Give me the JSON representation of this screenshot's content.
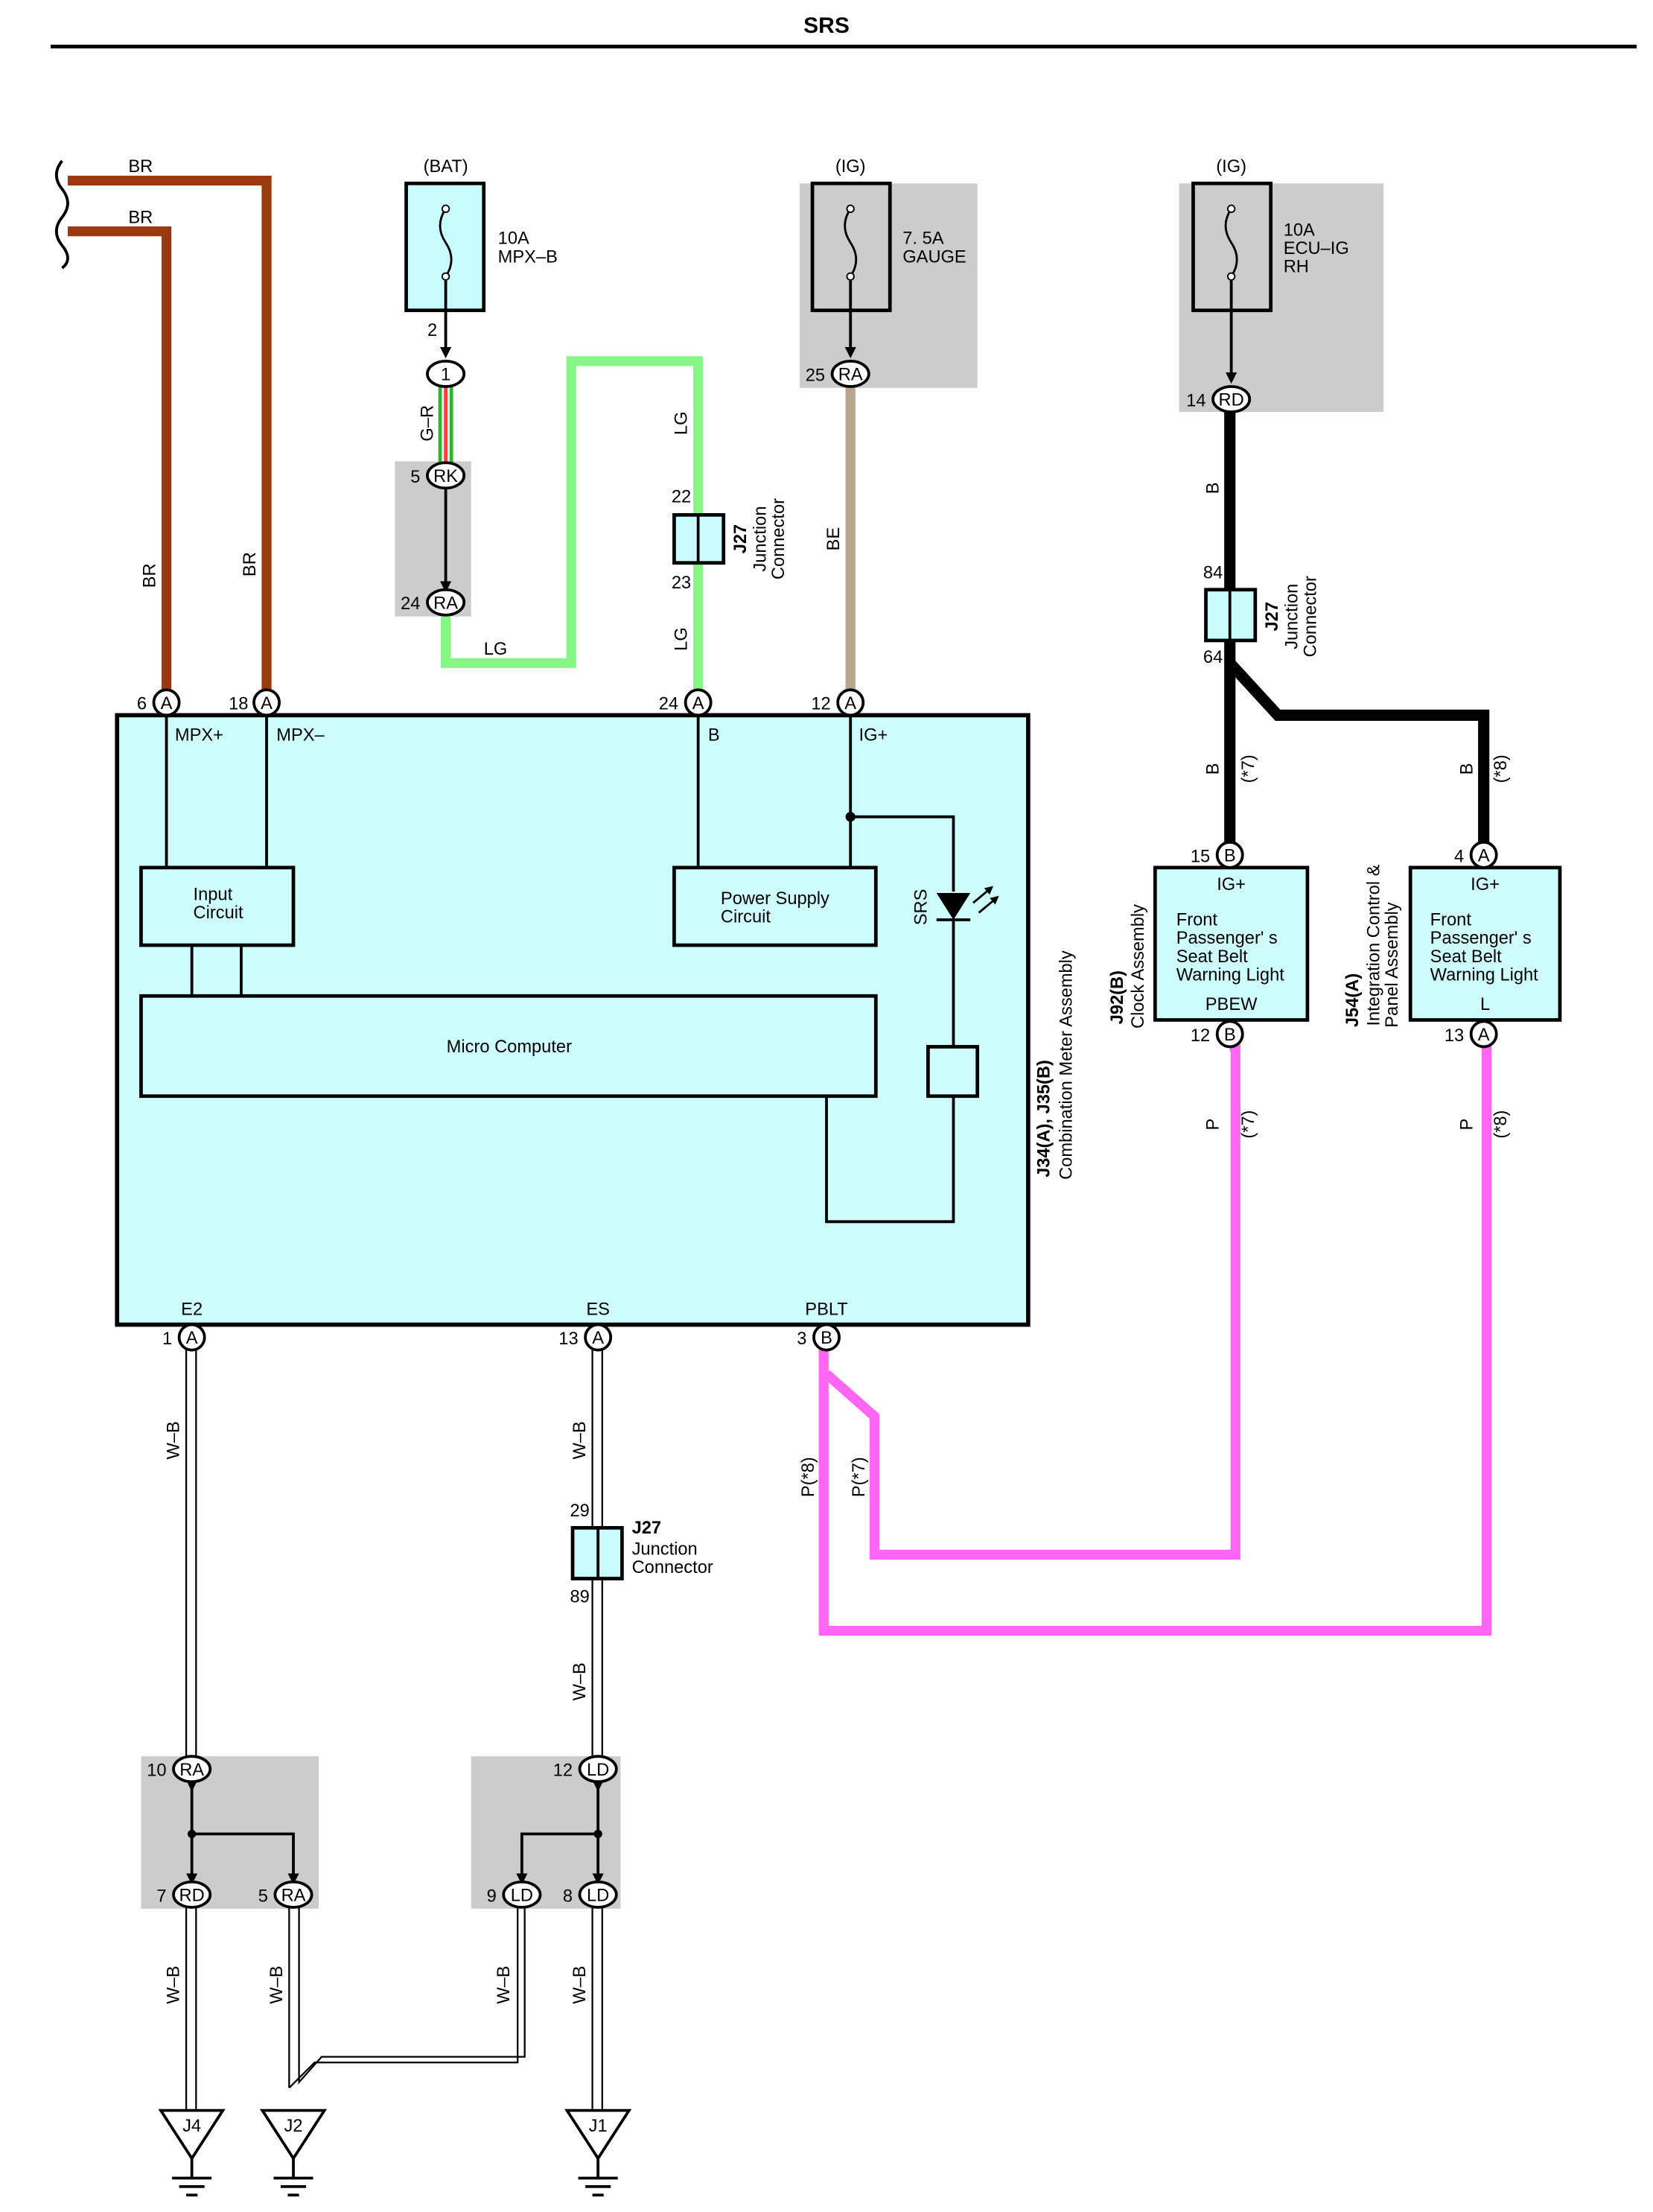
{
  "title": "SRS",
  "colors": {
    "br": "#9b3a0e",
    "lg": "#86f785",
    "be": "#b9a48f",
    "b": "#000000",
    "p": "#ff66f4",
    "box": "#cdfdfd",
    "fusebox": "#c9fdfd",
    "shade": "#cccccc"
  },
  "sources": {
    "bat": "(BAT)",
    "ig1": "(IG)",
    "ig2": "(IG)"
  },
  "fuses": [
    {
      "rating": "10A",
      "name": "MPX–B"
    },
    {
      "rating": "7. 5A",
      "name": "GAUGE"
    },
    {
      "rating": "10A",
      "name": "ECU–IG",
      "name2": "RH"
    }
  ],
  "wire_labels": {
    "br": "BR",
    "gr": "G–R",
    "lg": "LG",
    "be": "BE",
    "b": "B",
    "wb": "W–B",
    "p": "P",
    "p8": "P(*8)",
    "p7": "P(*7)",
    "s7": "(*7)",
    "s8": "(*8)"
  },
  "pins": {
    "p2": "2",
    "p1": "1",
    "p5": "5",
    "p24rk": "24",
    "p25": "25",
    "p14": "14",
    "p22": "22",
    "p23": "23",
    "p84": "84",
    "p64": "64",
    "p6": "6",
    "p18": "18",
    "p24a": "24",
    "p12a": "12",
    "p15": "15",
    "p4": "4",
    "p12b": "12",
    "p13a": "13",
    "e1": "1",
    "e13": "13",
    "e3": "3",
    "j29": "29",
    "j89": "89",
    "g10": "10",
    "g12": "12",
    "g7": "7",
    "g5": "5",
    "g9": "9",
    "g8": "8"
  },
  "connectors": {
    "a": "A",
    "b": "B",
    "rk": "RK",
    "ra": "RA",
    "rd": "RD",
    "ld": "LD"
  },
  "junction": {
    "id": "J27",
    "line1": "Junction",
    "line2": "Connector"
  },
  "meter": {
    "id": "J34(A), J35(B)",
    "name": "Combination Meter Assembly",
    "t_mpxp": "MPX+",
    "t_mpxm": "MPX–",
    "t_b": "B",
    "t_ig": "IG+",
    "input1": "Input",
    "input2": "Circuit",
    "ps1": "Power Supply",
    "ps2": "Circuit",
    "micro": "Micro Computer",
    "led": "SRS",
    "t_e2": "E2",
    "t_es": "ES",
    "t_pblt": "PBLT"
  },
  "clock": {
    "id": "J92(B)",
    "name": "Clock Assembly",
    "ig": "IG+",
    "l1": "Front",
    "l2": "Passenger' s",
    "l3": "Seat Belt",
    "l4": "Warning Light",
    "term": "PBEW"
  },
  "icp": {
    "id": "J54(A)",
    "name1": "Integration Control &",
    "name2": "Panel Assembly",
    "ig": "IG+",
    "l1": "Front",
    "l2": "Passenger' s",
    "l3": "Seat Belt",
    "l4": "Warning Light",
    "term": "L"
  },
  "grounds": {
    "j4": "J4",
    "j2": "J2",
    "j1": "J1"
  }
}
